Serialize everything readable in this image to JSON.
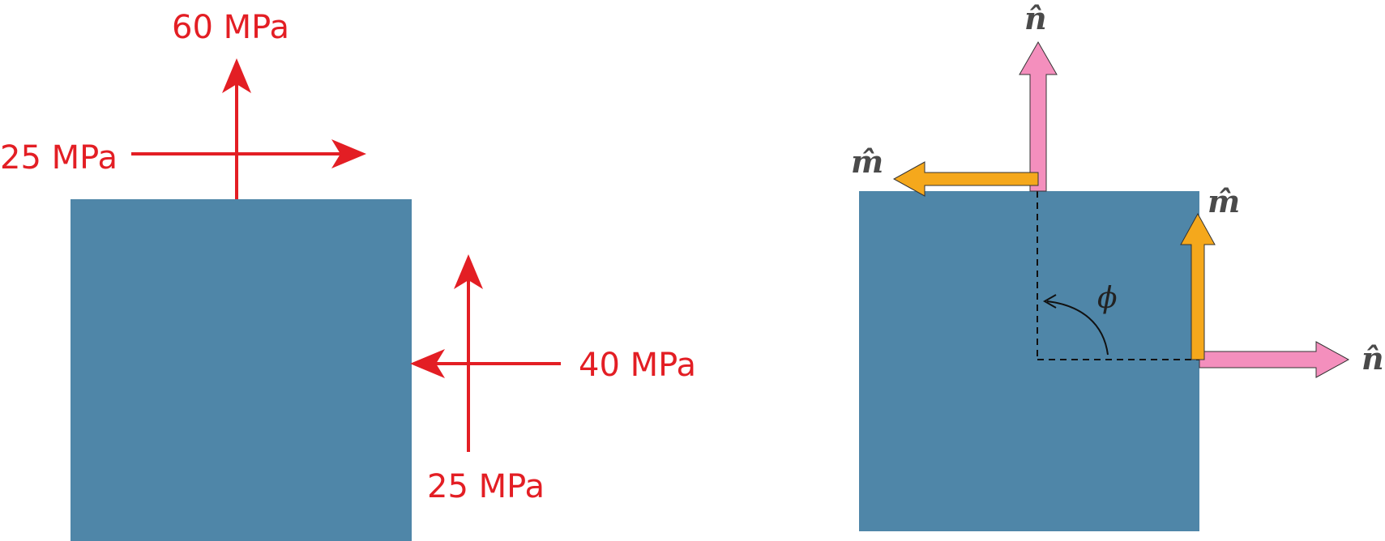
{
  "left_diagram": {
    "stress_top_normal": "60 MPa",
    "stress_top_shear": "25 MPa",
    "stress_right_normal": "40 MPa",
    "stress_right_shear": "25 MPa"
  },
  "right_diagram": {
    "normal_label_top": "n̂",
    "tangent_label_top": "m̂",
    "tangent_label_right": "m̂",
    "normal_label_right": "n̂",
    "angle_label": "ϕ"
  },
  "colors": {
    "block": "#4f86a8",
    "stress_arrow": "#e31e24",
    "normal_arrow": "#f48fbd",
    "tangent_arrow": "#f5a81c"
  }
}
